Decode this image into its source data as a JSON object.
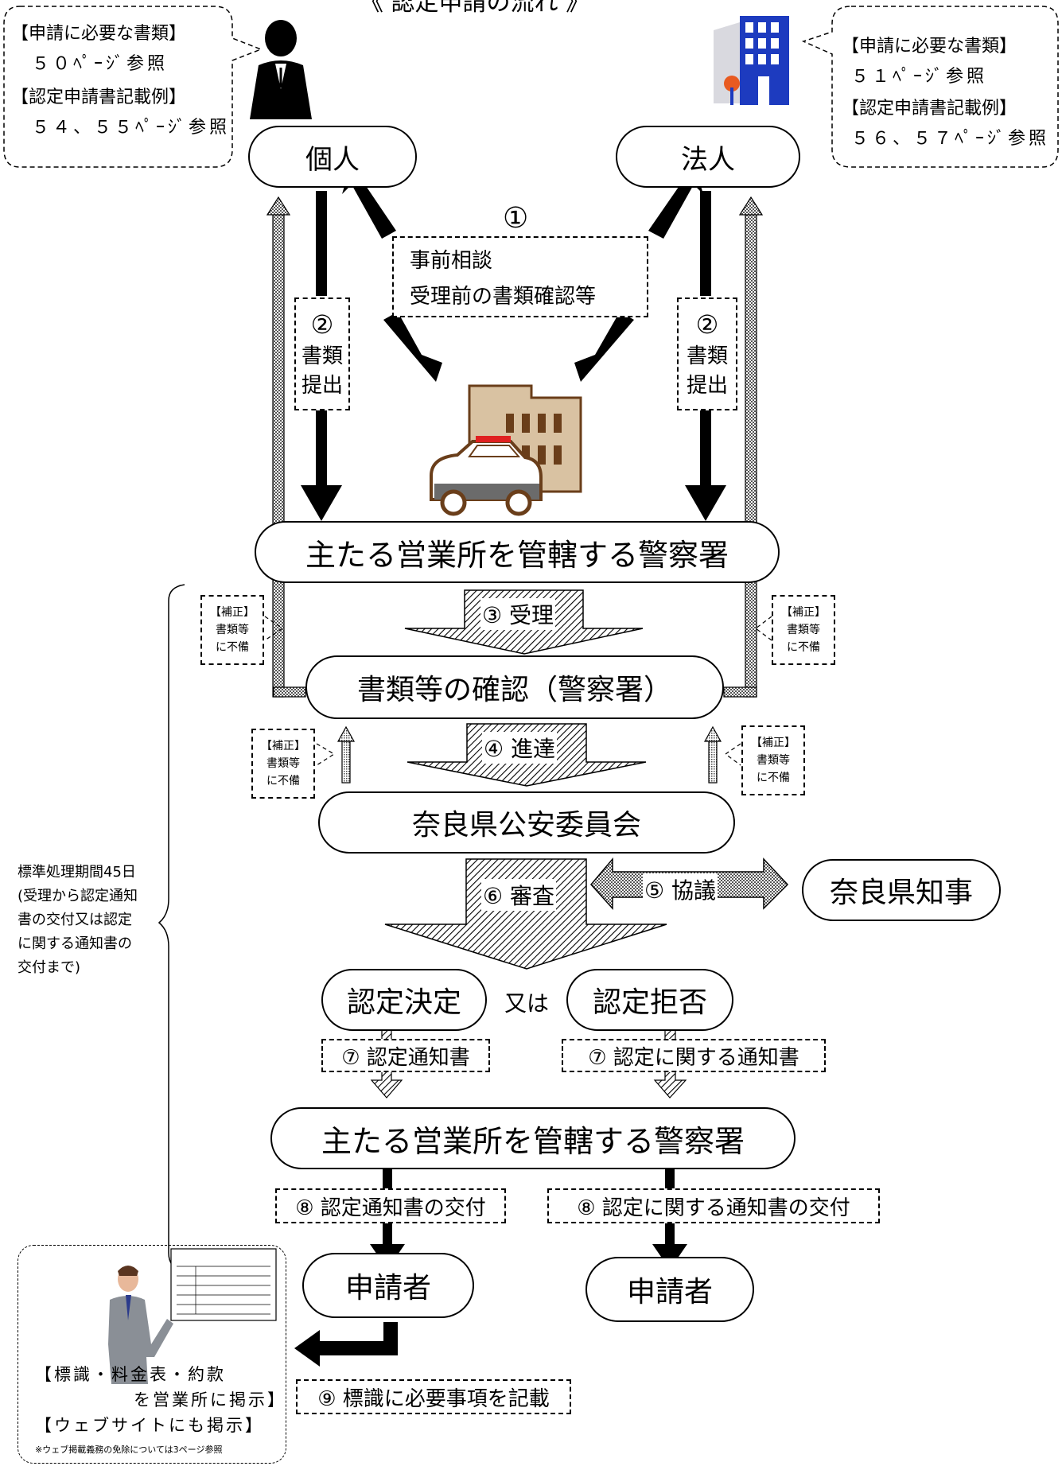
{
  "title": "《 認定申請の流れ 》",
  "individual": {
    "label": "個人",
    "docs_head": "【申請に必要な書類】",
    "docs_page": "５０ﾍﾟｰｼﾞ参照",
    "example_head": "【認定申請書記載例】",
    "example_page": "５４、５５ﾍﾟｰｼﾞ参照"
  },
  "corporation": {
    "label": "法人",
    "docs_head": "【申請に必要な書類】",
    "docs_page": "５１ﾍﾟｰｼﾞ参照",
    "example_head": "【認定申請書記載例】",
    "example_page": "５６、５７ﾍﾟｰｼﾞ参照"
  },
  "consult": {
    "num": "①",
    "line1": "事前相談",
    "line2": "受理前の書類確認等"
  },
  "submit": {
    "num": "②",
    "line1": "書類",
    "line2": "提出"
  },
  "police_station": "主たる営業所を管轄する警察署",
  "accept": "③ 受理",
  "correction": {
    "head": "【補正】",
    "line1": "書類等",
    "line2": "に不備"
  },
  "doc_check": "書類等の確認（警察署）",
  "forward": "④ 進達",
  "commission": "奈良県公安委員会",
  "review": "⑥ 審査",
  "consultation": "⑤ 協議",
  "governor": "奈良県知事",
  "period": [
    "標準処理期間45日",
    "(受理から認定通知",
    "書の交付又は認定",
    "に関する通知書の",
    "交付まで)"
  ],
  "approve": "認定決定",
  "or": "又は",
  "reject": "認定拒否",
  "notice_approve": "⑦ 認定通知書",
  "notice_reject": "⑦ 認定に関する通知書",
  "deliver_approve": "⑧ 認定通知書の交付",
  "deliver_reject": "⑧ 認定に関する通知書の交付",
  "applicant": "申請者",
  "sign_step": "⑨ 標識に必要事項を記載",
  "posting": {
    "line1": "【標識・料金表・約款",
    "line2": "を営業所に掲示】",
    "line3": "【ウェブサイトにも掲示】",
    "note": "※ウェブ掲載義務の免除については3ページ参照"
  }
}
